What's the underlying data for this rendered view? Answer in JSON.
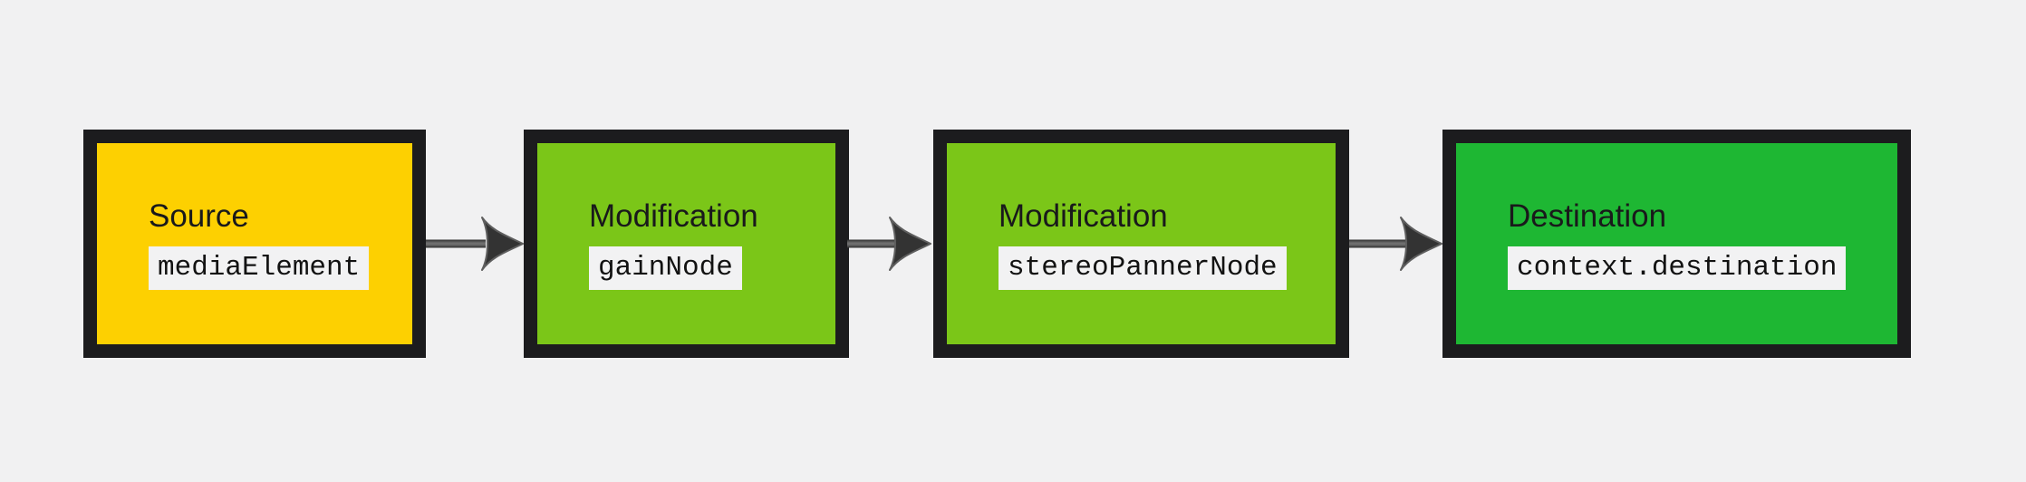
{
  "diagram": {
    "nodes": [
      {
        "title": "Source",
        "code": "mediaElement",
        "fill": "#fdd001"
      },
      {
        "title": "Modification",
        "code": "gainNode",
        "fill": "#7bc618"
      },
      {
        "title": "Modification",
        "code": "stereoPannerNode",
        "fill": "#7bc618"
      },
      {
        "title": "Destination",
        "code": "context.destination",
        "fill": "#1eb733"
      }
    ],
    "colors": {
      "page-bg": "#f1f1f2",
      "box-border": "#1c1c1e",
      "code-bg": "#f2f2f3",
      "text": "#19191b",
      "arrow-fill": "#333333",
      "arrow-stroke": "#5e5e5e"
    }
  }
}
